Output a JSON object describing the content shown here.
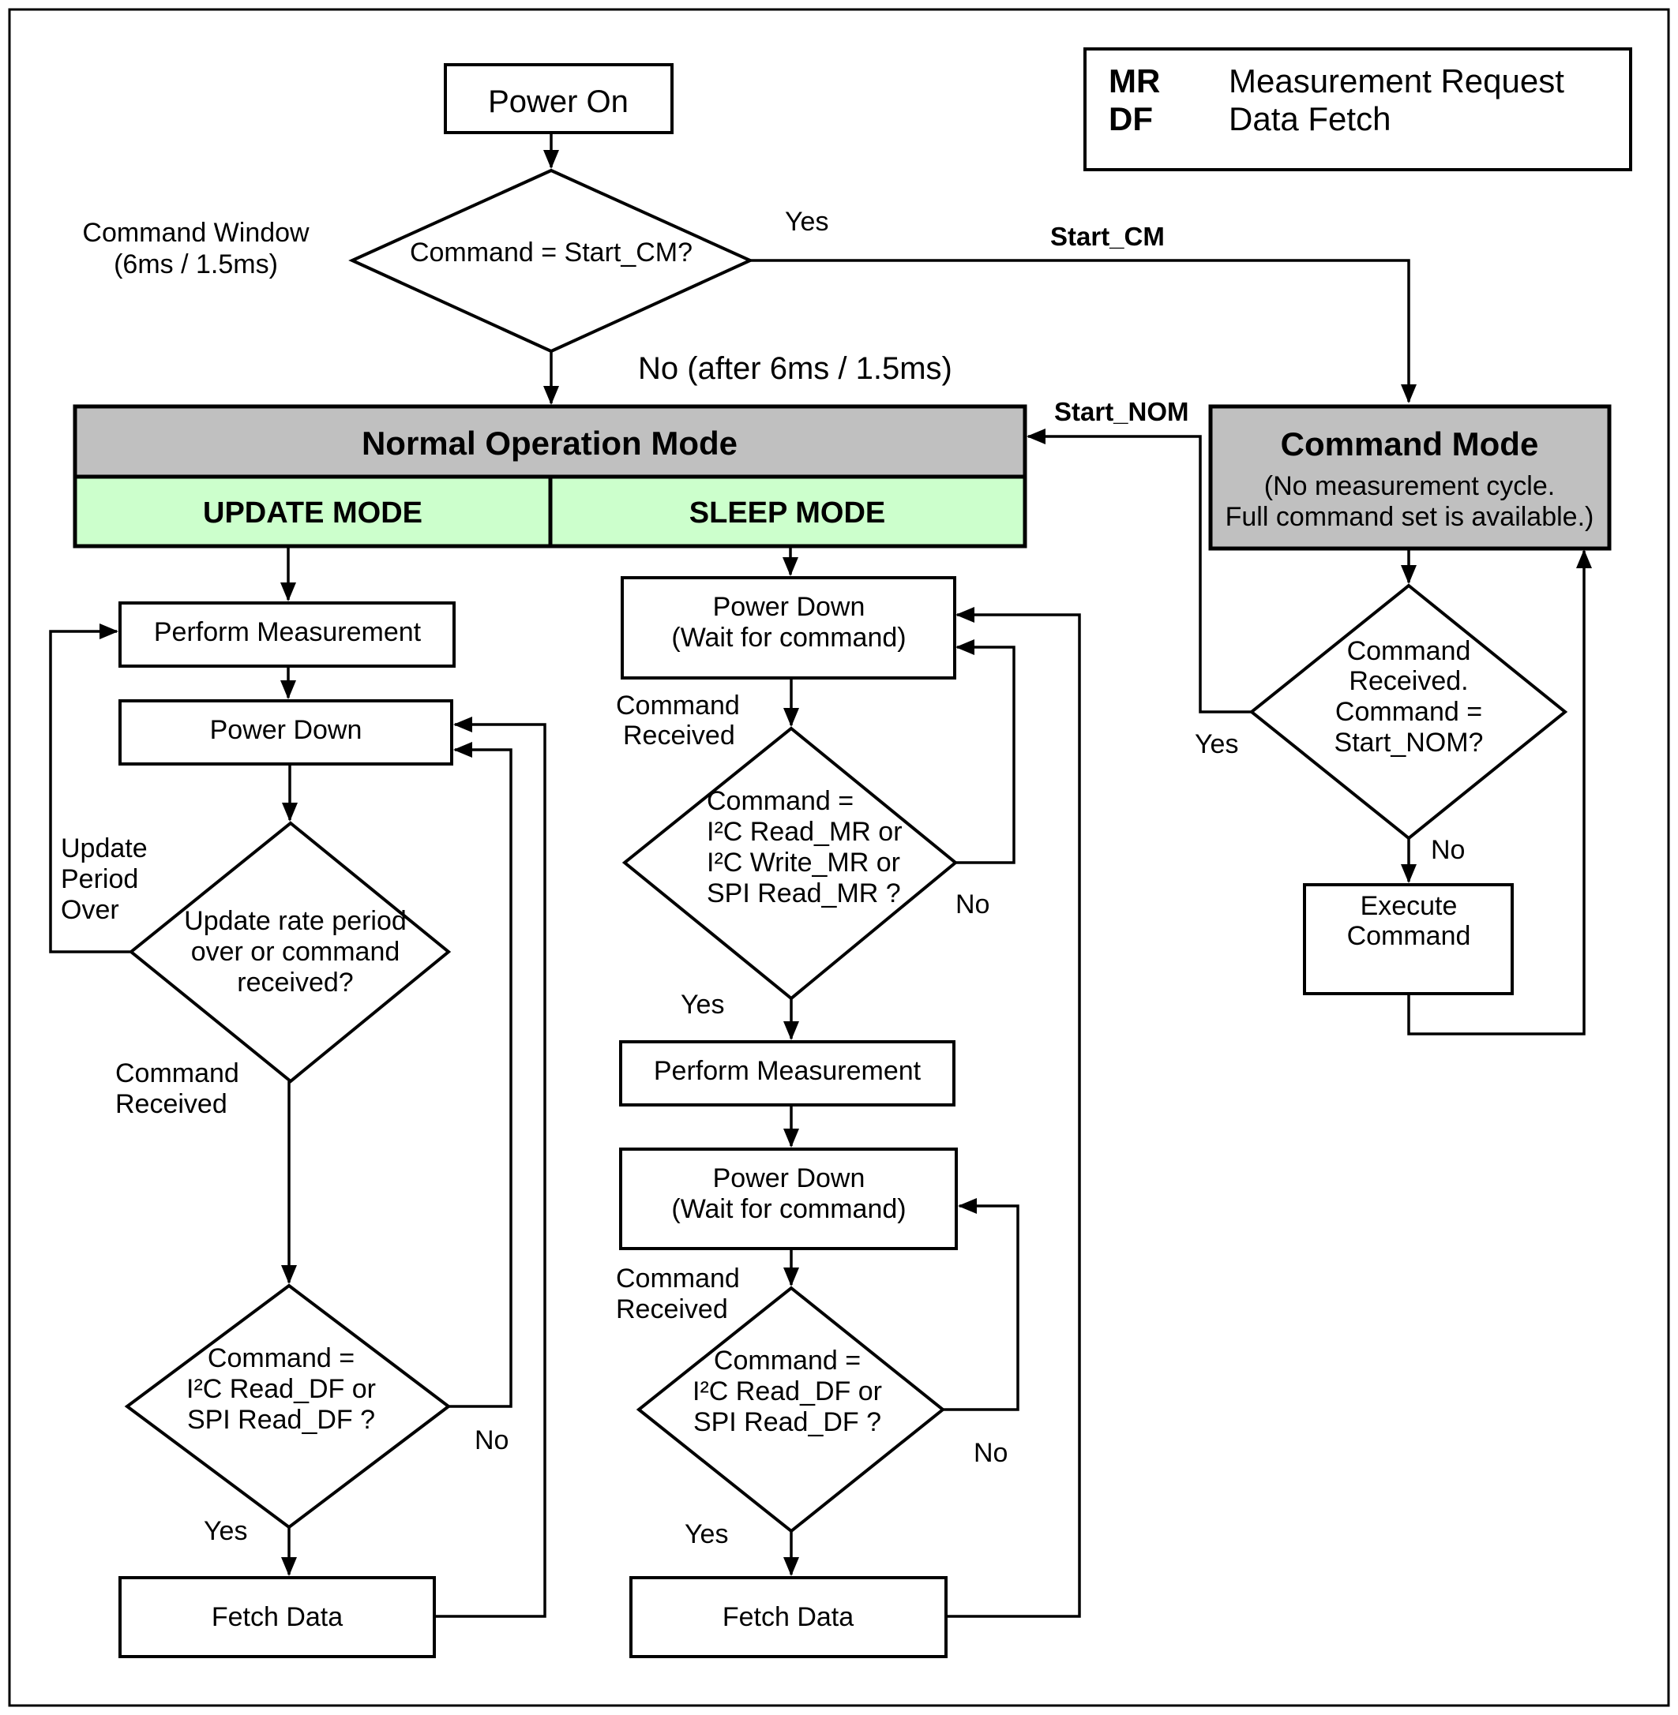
{
  "legend": {
    "items": [
      {
        "abbr": "MR",
        "text": "Measurement Request"
      },
      {
        "abbr": "DF",
        "text": "Data Fetch"
      }
    ]
  },
  "top": {
    "power_on": "Power On",
    "command_window": [
      "Command Window",
      "(6ms / 1.5ms)"
    ],
    "decision_start_cm": "Command = Start_CM?",
    "yes": "Yes",
    "start_cm": "Start_CM",
    "no_after": "No (after 6ms / 1.5ms)",
    "start_nom": "Start_NOM"
  },
  "normal_mode": {
    "title": "Normal Operation Mode",
    "update_mode": "UPDATE MODE",
    "sleep_mode": "SLEEP MODE"
  },
  "command_mode": {
    "title": "Command Mode",
    "subtitle": [
      "(No measurement cycle.",
      "Full command set is available.)"
    ],
    "decision": [
      "Command",
      "Received.",
      "Command =",
      "Start_NOM?"
    ],
    "yes": "Yes",
    "no": "No",
    "execute": [
      "Execute",
      "Command"
    ],
    "colors": {
      "fill": "#c0c0c0"
    }
  },
  "update_branch": {
    "perform_measurement": "Perform Measurement",
    "power_down": "Power Down",
    "update_period_over": [
      "Update",
      "Period",
      "Over"
    ],
    "decision_update": [
      "Update rate period",
      "over or command",
      "received?"
    ],
    "command_received": [
      "Command",
      "Received"
    ],
    "decision_read_df": [
      "Command =",
      "I²C Read_DF or",
      "SPI Read_DF ?"
    ],
    "no": "No",
    "yes": "Yes",
    "fetch_data": "Fetch Data"
  },
  "sleep_branch": {
    "power_down_wait": [
      "Power Down",
      "(Wait for command)"
    ],
    "command_received_1": [
      "Command",
      "Received"
    ],
    "decision_mr": [
      "Command =",
      "I²C Read_MR or",
      "I²C Write_MR or",
      "SPI Read_MR ?"
    ],
    "no_1": "No",
    "yes_1": "Yes",
    "perform_measurement": "Perform Measurement",
    "power_down_wait_2": [
      "Power Down",
      "(Wait for command)"
    ],
    "command_received_2": [
      "Command",
      "Received"
    ],
    "decision_df": [
      "Command =",
      "I²C Read_DF or",
      "SPI Read_DF ?"
    ],
    "no_2": "No",
    "yes_2": "Yes",
    "fetch_data": "Fetch Data"
  },
  "colors": {
    "mode_green": "#ccffcc",
    "mode_gray": "#c0c0c0"
  }
}
